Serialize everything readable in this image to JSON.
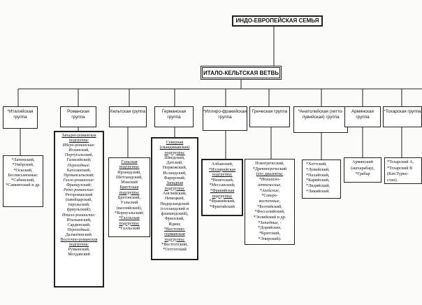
{
  "root": "ИНДО-ЕВРОПЕЙСКАЯ СЕМЬЯ",
  "branch": "ИТАЛО-КЕЛЬТСКАЯ ВЕТВЬ",
  "groups": [
    "*Италийская группа",
    "Романская группа",
    "Кельтская группа",
    "Германская группа",
    "*Иллиро-фракийская группа",
    "Греческая группа",
    "*Анатолийская (хетто-лувийская) группа",
    "Армянская группа",
    "*Тохарская группа"
  ],
  "langs": {
    "italic": [
      "*Латинский,",
      "*Умбрский,",
      "*Оскский,",
      "Бесписьменные:",
      "*Сабинский,",
      "*Самнитский и др."
    ],
    "romance": [
      "Западно-романская",
      "подгруппа:",
      "Иберо-романские:",
      "Испанский,",
      "Португальский,",
      "Галисийский;",
      "Переходные:",
      "Каталанский,",
      "Провансальский;",
      "Галло-романские:",
      "Французский;",
      "Рето-романские:",
      "Ретороманский",
      "(швейцарский,",
      "тирольский,",
      "фриульский);",
      "Итало-романские:",
      "Итальянский,",
      "Сардинский;",
      "Переходный:",
      "Далматинский.",
      "Восточно-романская",
      "подгруппа:",
      "Румынский,",
      "Молдавский"
    ],
    "celtic": [
      "Гэльская",
      "подгруппа:",
      "Ирландский,",
      "Шотландский,",
      "Мэнский",
      "Бриттская",
      "подгруппа:",
      "Бретонский,",
      "Уэльский",
      "(валлийский),",
      "*Корнуэльский;",
      "*Галльская",
      "подгруппа:",
      "*Галльский"
    ],
    "germanic": [
      "Северная",
      "(скандинавская)",
      "подгруппа:",
      "Шведский,",
      "Датский,",
      "Норвежский,",
      "Исландский,",
      "Фарерский;",
      "Западная",
      "подгруппа:",
      "Английский,",
      "Немецкий,",
      "Нидерландский",
      "(голландский и",
      "фламандский),",
      "Фризский,",
      "Идиш;",
      "*Восточно-",
      "германская",
      "подгруппа:",
      "*Вестготский,",
      "*Остготский"
    ],
    "illyro": [
      "Албанский,",
      "*Иллирийская",
      "подгруппа:",
      "*Венетский,",
      "*Мессапский;",
      "*Фракийская",
      "подгруппа:",
      "*Фракийский,",
      "*Фригийский"
    ],
    "greek": [
      "Новогреческий,",
      "*Древнегреческий",
      "(его диалекты:",
      "*Ионийско-",
      "аттические,",
      "*Ахейские,",
      "*Северо-",
      "восточные,",
      "*Беотийский,",
      "*Фессалийский,",
      "*Эолийский и др.",
      "*Западные, -",
      "*Дорийские,",
      "*Критский,",
      "*Эпирский)."
    ],
    "anatolian": [
      "*Хеттский,",
      "*Лувийский,",
      "*Палайский,",
      "*Карийский,",
      "*Лидийский,",
      "*Ликийский."
    ],
    "armenian": [
      "Армянский",
      "(ашхарабар),",
      "*Грабар"
    ],
    "tocharian": [
      "*Тохарский А,",
      "*Тохарский В",
      "(Кит.Туркe-",
      "стан)."
    ]
  }
}
